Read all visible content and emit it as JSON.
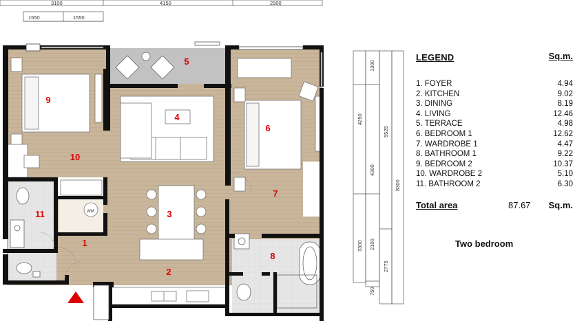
{
  "top_dimensions": {
    "row1": [
      "3100",
      "4150",
      "2900"
    ],
    "row2": [
      "1550",
      "1550"
    ]
  },
  "side_dimensions": {
    "col1": [
      "1300",
      "4250",
      "4300",
      "3300",
      "2100",
      "750"
    ],
    "col2": [
      "5525",
      "2775"
    ],
    "col3": [
      "8300"
    ]
  },
  "rooms": [
    {
      "number": "1",
      "name": "FOYER"
    },
    {
      "number": "2",
      "name": "KITCHEN"
    },
    {
      "number": "3",
      "name": "DINING"
    },
    {
      "number": "4",
      "name": "LIVING"
    },
    {
      "number": "5",
      "name": "TERRACE"
    },
    {
      "number": "6",
      "name": "BEDROOM 1"
    },
    {
      "number": "7",
      "name": "WARDROBE 1"
    },
    {
      "number": "8",
      "name": "BATHROOM 1"
    },
    {
      "number": "9",
      "name": "BEDROOM 2"
    },
    {
      "number": "10",
      "name": "WARDROBE 2"
    },
    {
      "number": "11",
      "name": "BATHROOM 2"
    }
  ],
  "fixture_labels": {
    "wm": "WM"
  },
  "legend": {
    "title": "LEGEND",
    "unit_header": "Sq.m.",
    "items": [
      {
        "label": "1. FOYER",
        "value": "4.94"
      },
      {
        "label": "2. KITCHEN",
        "value": "9.02"
      },
      {
        "label": "3. DINING",
        "value": "8.19"
      },
      {
        "label": "4. LIVING",
        "value": "12.46"
      },
      {
        "label": "5. TERRACE",
        "value": "4.98"
      },
      {
        "label": "6. BEDROOM 1",
        "value": "12.62"
      },
      {
        "label": "7. WARDROBE 1",
        "value": "4.47"
      },
      {
        "label": "8. BATHROOM 1",
        "value": "9.22"
      },
      {
        "label": "9. BEDROOM 2",
        "value": "10.37"
      },
      {
        "label": "10. WARDROBE 2",
        "value": "5.10"
      },
      {
        "label": "11. BATHROOM 2",
        "value": "6.30"
      }
    ],
    "total_label": "Total area",
    "total_value": "87.67",
    "total_unit": "Sq.m."
  },
  "subtitle": "Two bedroom",
  "colors": {
    "floor_wood": "#c9b59a",
    "floor_tile": "#e6e6e6",
    "terrace": "#c2c2c2",
    "wall": "#111111",
    "entry_marker": "#e00000",
    "room_number": "#e00000"
  }
}
